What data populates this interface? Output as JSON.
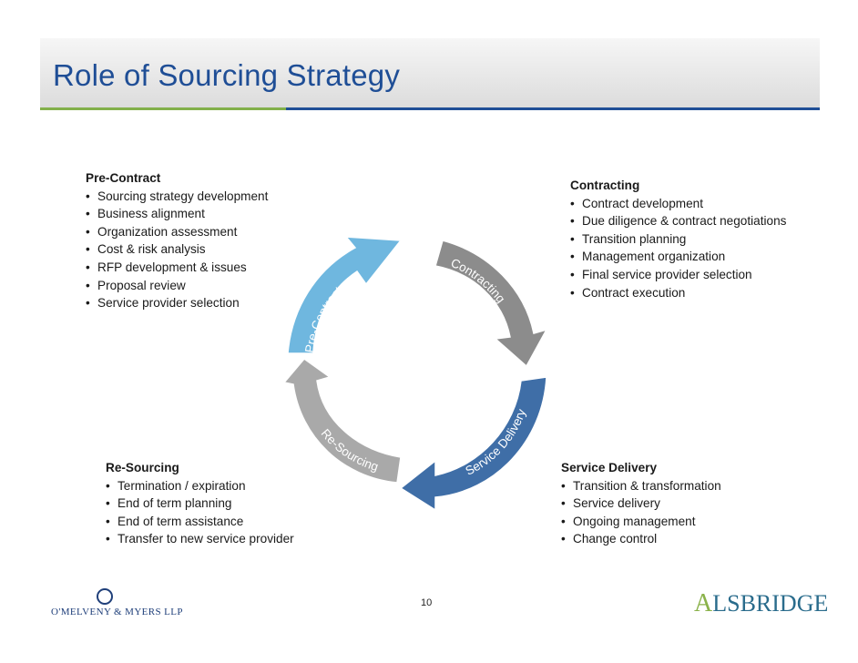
{
  "slide": {
    "title": "Role of Sourcing Strategy",
    "page_number": "10"
  },
  "colors": {
    "title_blue": "#1f4e96",
    "rule_green": "#82b04a",
    "arrow_light_blue": "#6fb7df",
    "arrow_gray": "#8c8c8c",
    "arrow_light_gray": "#a9a9a9",
    "arrow_dark_blue": "#3f6ea7"
  },
  "cycle": {
    "pre_contract_label": "Pre-Contract",
    "contracting_label": "Contracting",
    "service_delivery_label": "Service Delivery",
    "re_sourcing_label": "Re-Sourcing"
  },
  "blocks": {
    "pre_contract": {
      "heading": "Pre-Contract",
      "items": [
        "Sourcing strategy development",
        "Business alignment",
        "Organization assessment",
        "Cost & risk analysis",
        "RFP development & issues",
        "Proposal review",
        "Service provider selection"
      ]
    },
    "contracting": {
      "heading": "Contracting",
      "items": [
        "Contract development",
        "Due diligence & contract negotiations",
        "Transition planning",
        "Management organization",
        "Final service provider selection",
        "Contract execution"
      ]
    },
    "re_sourcing": {
      "heading": "Re-Sourcing",
      "items": [
        "Termination / expiration",
        "End of term planning",
        "End of term assistance",
        "Transfer to new service provider"
      ]
    },
    "service_delivery": {
      "heading": "Service Delivery",
      "items": [
        "Transition & transformation",
        "Service delivery",
        "Ongoing management",
        "Change control"
      ]
    }
  },
  "logos": {
    "left": "O'MELVENY & MYERS LLP",
    "right_initial": "A",
    "right_rest": "LSBRIDGE"
  }
}
